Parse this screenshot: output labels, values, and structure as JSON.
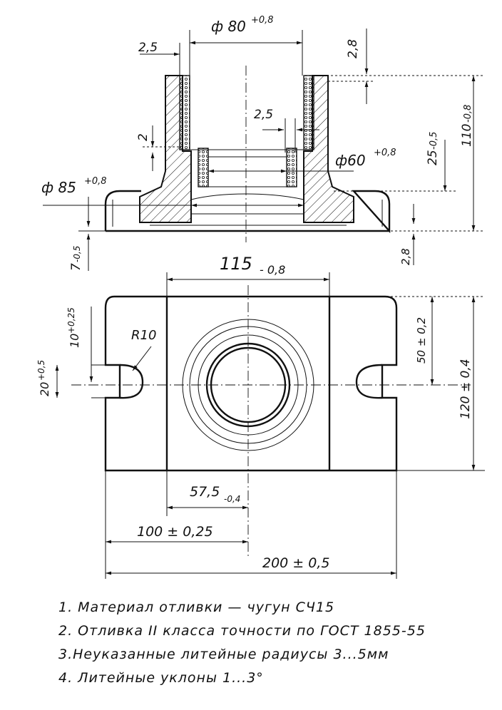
{
  "dimensions": {
    "d80": "ф 80",
    "d80_tol": "+0,8",
    "wall_top": "2,5",
    "top_28": "2,8",
    "h110": "110",
    "h110_tol": "-0,8",
    "h25": "25",
    "h25_tol": "-0,5",
    "step2": "2",
    "inner25": "2,5",
    "d60": "ф60",
    "d60_tol": "+0,8",
    "d85": "ф 85",
    "d85_tol": "+0,8",
    "h7": "7",
    "h7_tol": "-0,5",
    "base28": "2,8",
    "w115": "115",
    "w115_tol": "- 0,8",
    "slot10": "10",
    "slot10_tol": "+0,25",
    "r10": "R10",
    "slot20": "20",
    "slot20_tol": "+0,5",
    "h50": "50 ± 0,2",
    "h120": "120 ± 0,4",
    "d575": "57,5",
    "d575_tol": "-0,4",
    "d100": "100 ± 0,25",
    "d200": "200 ± 0,5"
  },
  "notes": [
    "1. Материал отливки — чугун СЧ15",
    "2. Отливка II класса точности по ГОСТ 1855-55",
    "3.Неуказанные литейные радиусы 3...5мм",
    "4. Литейные уклоны 1...3°"
  ]
}
